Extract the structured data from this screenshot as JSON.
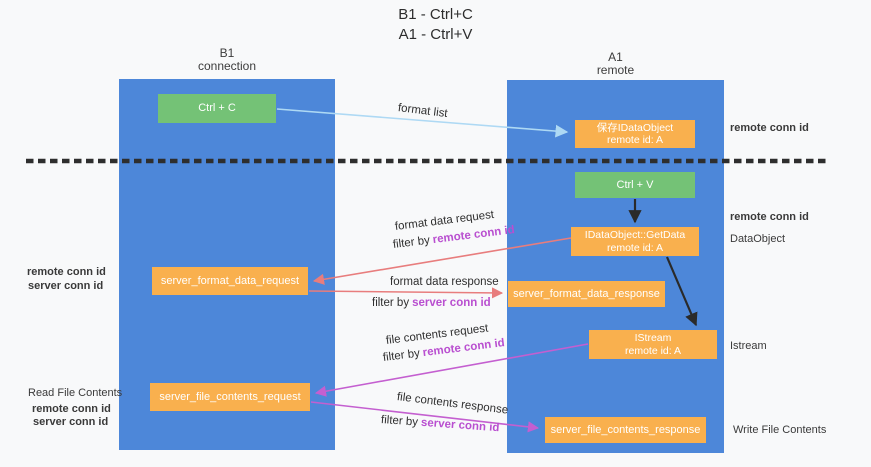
{
  "title": {
    "line1": "B1 - Ctrl+C",
    "line2": "A1 - Ctrl+V"
  },
  "columns": {
    "b1": {
      "header_line1": "B1",
      "header_line2": "connection"
    },
    "a1": {
      "header_line1": "A1",
      "header_line2": "remote"
    }
  },
  "boxes": {
    "ctrl_c": {
      "label": "Ctrl + C"
    },
    "save_idataobject": {
      "line1": "保存IDataObject",
      "line2": "remote id: A"
    },
    "ctrl_v": {
      "label": "Ctrl + V"
    },
    "getdata": {
      "line1": "IDataObject::GetData",
      "line2": "remote id: A"
    },
    "format_request": {
      "label": "server_format_data_request"
    },
    "format_response": {
      "label": "server_format_data_response"
    },
    "istream": {
      "line1": "IStream",
      "line2": "remote id: A"
    },
    "file_request": {
      "label": "server_file_contents_request"
    },
    "file_response": {
      "label": "server_file_contents_response"
    }
  },
  "flow_labels": {
    "format_list": "format list",
    "format_data_request": "format data request",
    "format_data_response": "format data response",
    "file_contents_request": "file contents request",
    "file_contents_response": "file contents response",
    "filter_by": "filter by",
    "remote_conn_id": "remote conn id",
    "server_conn_id": "server conn id"
  },
  "side_labels": {
    "left": {
      "remote_conn_id": "remote conn id",
      "server_conn_id": "server conn id",
      "read_file_contents": "Read File Contents",
      "remote_conn_id_2": "remote conn id",
      "server_conn_id_2": "server conn id"
    },
    "right": {
      "remote_conn_id_top": "remote conn id",
      "remote_conn_id_mid": "remote conn id",
      "dataobject": "DataObject",
      "istream": "Istream",
      "write_file_contents": "Write File Contents"
    }
  },
  "colors": {
    "column_blue": "#4d87d9",
    "box_orange": "#f9b04e",
    "box_green": "#74c276",
    "accent_purple": "#a04fd0",
    "accent_magenta": "#b94fd0",
    "accent_green": "#58b95c",
    "arrow_salmon": "#e87d7d",
    "arrow_magenta": "#c45fd0",
    "arrow_lightblue": "#aed9f4",
    "arrow_black": "#2a2a2a"
  }
}
